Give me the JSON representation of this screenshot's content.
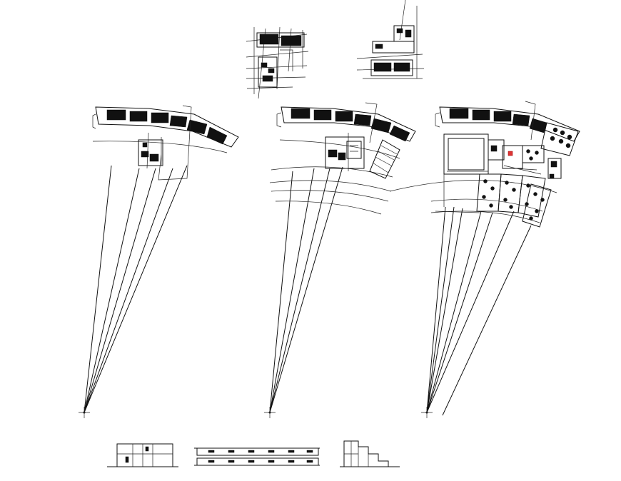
{
  "drawing": {
    "sheet": "cad-plan-sheet",
    "colors": {
      "background": "#ffffff",
      "linework": "#111111",
      "accent": "#dd3333"
    }
  },
  "views": [
    {
      "id": "plan-1",
      "kind": "site-plan"
    },
    {
      "id": "plan-2",
      "kind": "site-plan"
    },
    {
      "id": "plan-3",
      "kind": "site-plan"
    },
    {
      "id": "detail-1",
      "kind": "partial-plan"
    },
    {
      "id": "detail-2",
      "kind": "partial-plan"
    },
    {
      "id": "elevation-1",
      "kind": "elevation"
    },
    {
      "id": "elevation-2",
      "kind": "elevation"
    },
    {
      "id": "elevation-3",
      "kind": "elevation"
    }
  ]
}
